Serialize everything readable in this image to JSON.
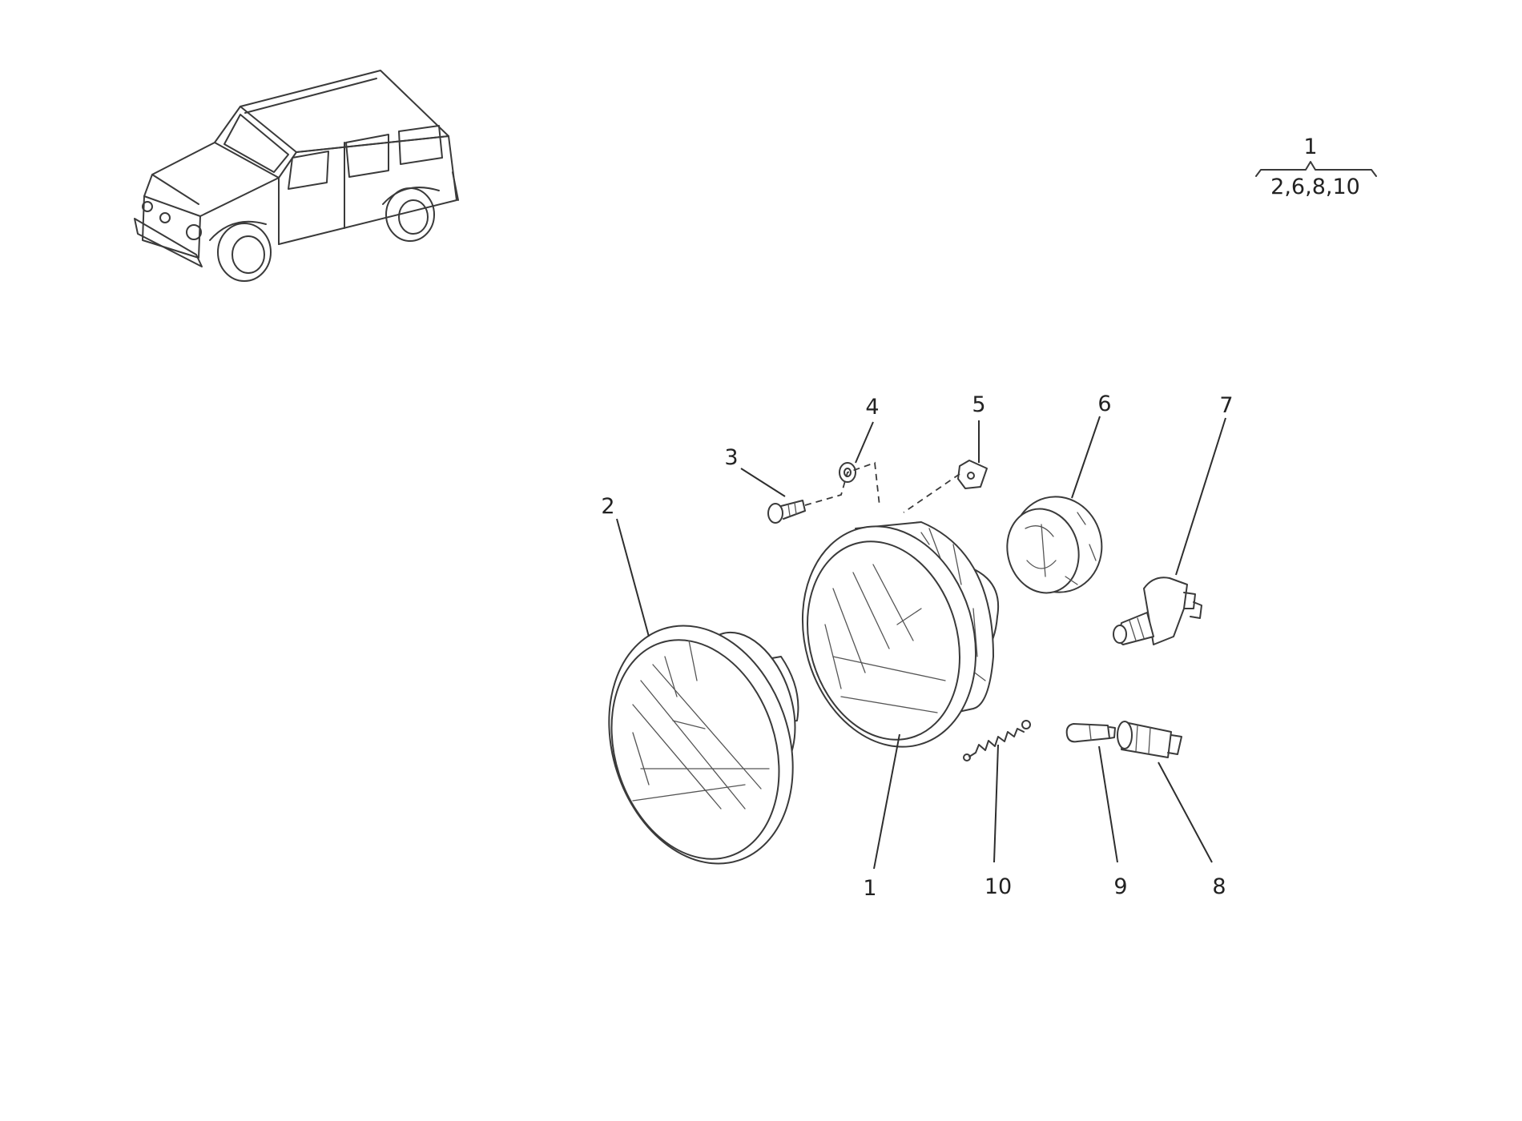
{
  "diagram": {
    "assembly_note": {
      "parent": "1",
      "children": "2,6,8,10"
    },
    "callouts": [
      {
        "id": "1",
        "label": "1"
      },
      {
        "id": "2",
        "label": "2"
      },
      {
        "id": "3",
        "label": "3"
      },
      {
        "id": "4",
        "label": "4"
      },
      {
        "id": "5",
        "label": "5"
      },
      {
        "id": "6",
        "label": "6"
      },
      {
        "id": "7",
        "label": "7"
      },
      {
        "id": "8",
        "label": "8"
      },
      {
        "id": "9",
        "label": "9"
      },
      {
        "id": "10",
        "label": "10"
      }
    ]
  }
}
